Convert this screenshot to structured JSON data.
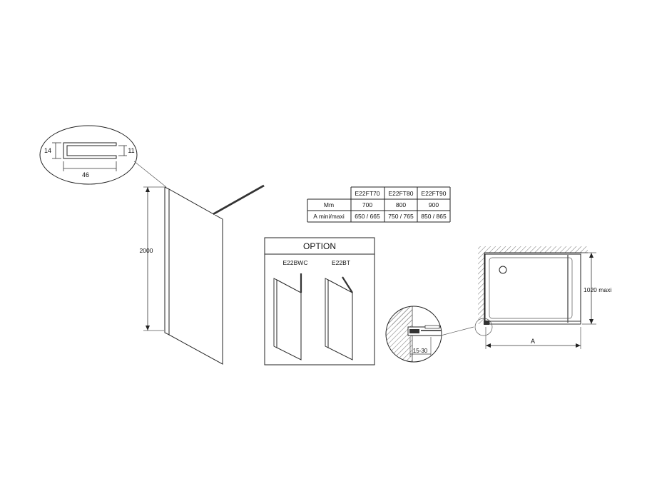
{
  "profile_detail": {
    "width": "46",
    "outer_height": "14",
    "inner_height": "11"
  },
  "panel": {
    "height": "2000"
  },
  "spec_table": {
    "columns": [
      "",
      "E22FT70",
      "E22FT80",
      "E22FT90"
    ],
    "rows": [
      [
        "Mm",
        "700",
        "800",
        "900"
      ],
      [
        "A mini/maxi",
        "650 / 665",
        "750 / 765",
        "850 / 865"
      ]
    ]
  },
  "option_box": {
    "title": "OPTION",
    "items": [
      "E22BWC",
      "E22BT"
    ]
  },
  "wall_detail": {
    "range": "15-30"
  },
  "plan_view": {
    "depth_label": "1020 maxi",
    "width_label": "A"
  },
  "colors": {
    "line": "#222222",
    "fill": "#ffffff",
    "wall_hatch": "#888888"
  }
}
